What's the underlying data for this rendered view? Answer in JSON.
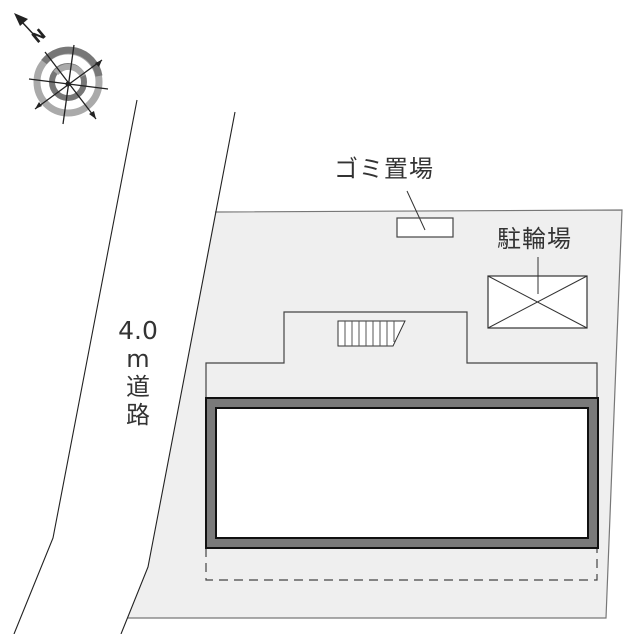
{
  "compass": {
    "icon": "compass-rose-icon",
    "north_label": "N"
  },
  "road": {
    "width_value": "4.0",
    "width_unit": "m",
    "label_line1": "道",
    "label_line2": "路"
  },
  "facilities": {
    "garbage_area": "ゴミ置場",
    "bicycle_parking": "駐輪場"
  },
  "colors": {
    "lot_fill": "#efefef",
    "building_frame": "#7a7a7a",
    "line": "#222222",
    "label_text": "#333333"
  }
}
